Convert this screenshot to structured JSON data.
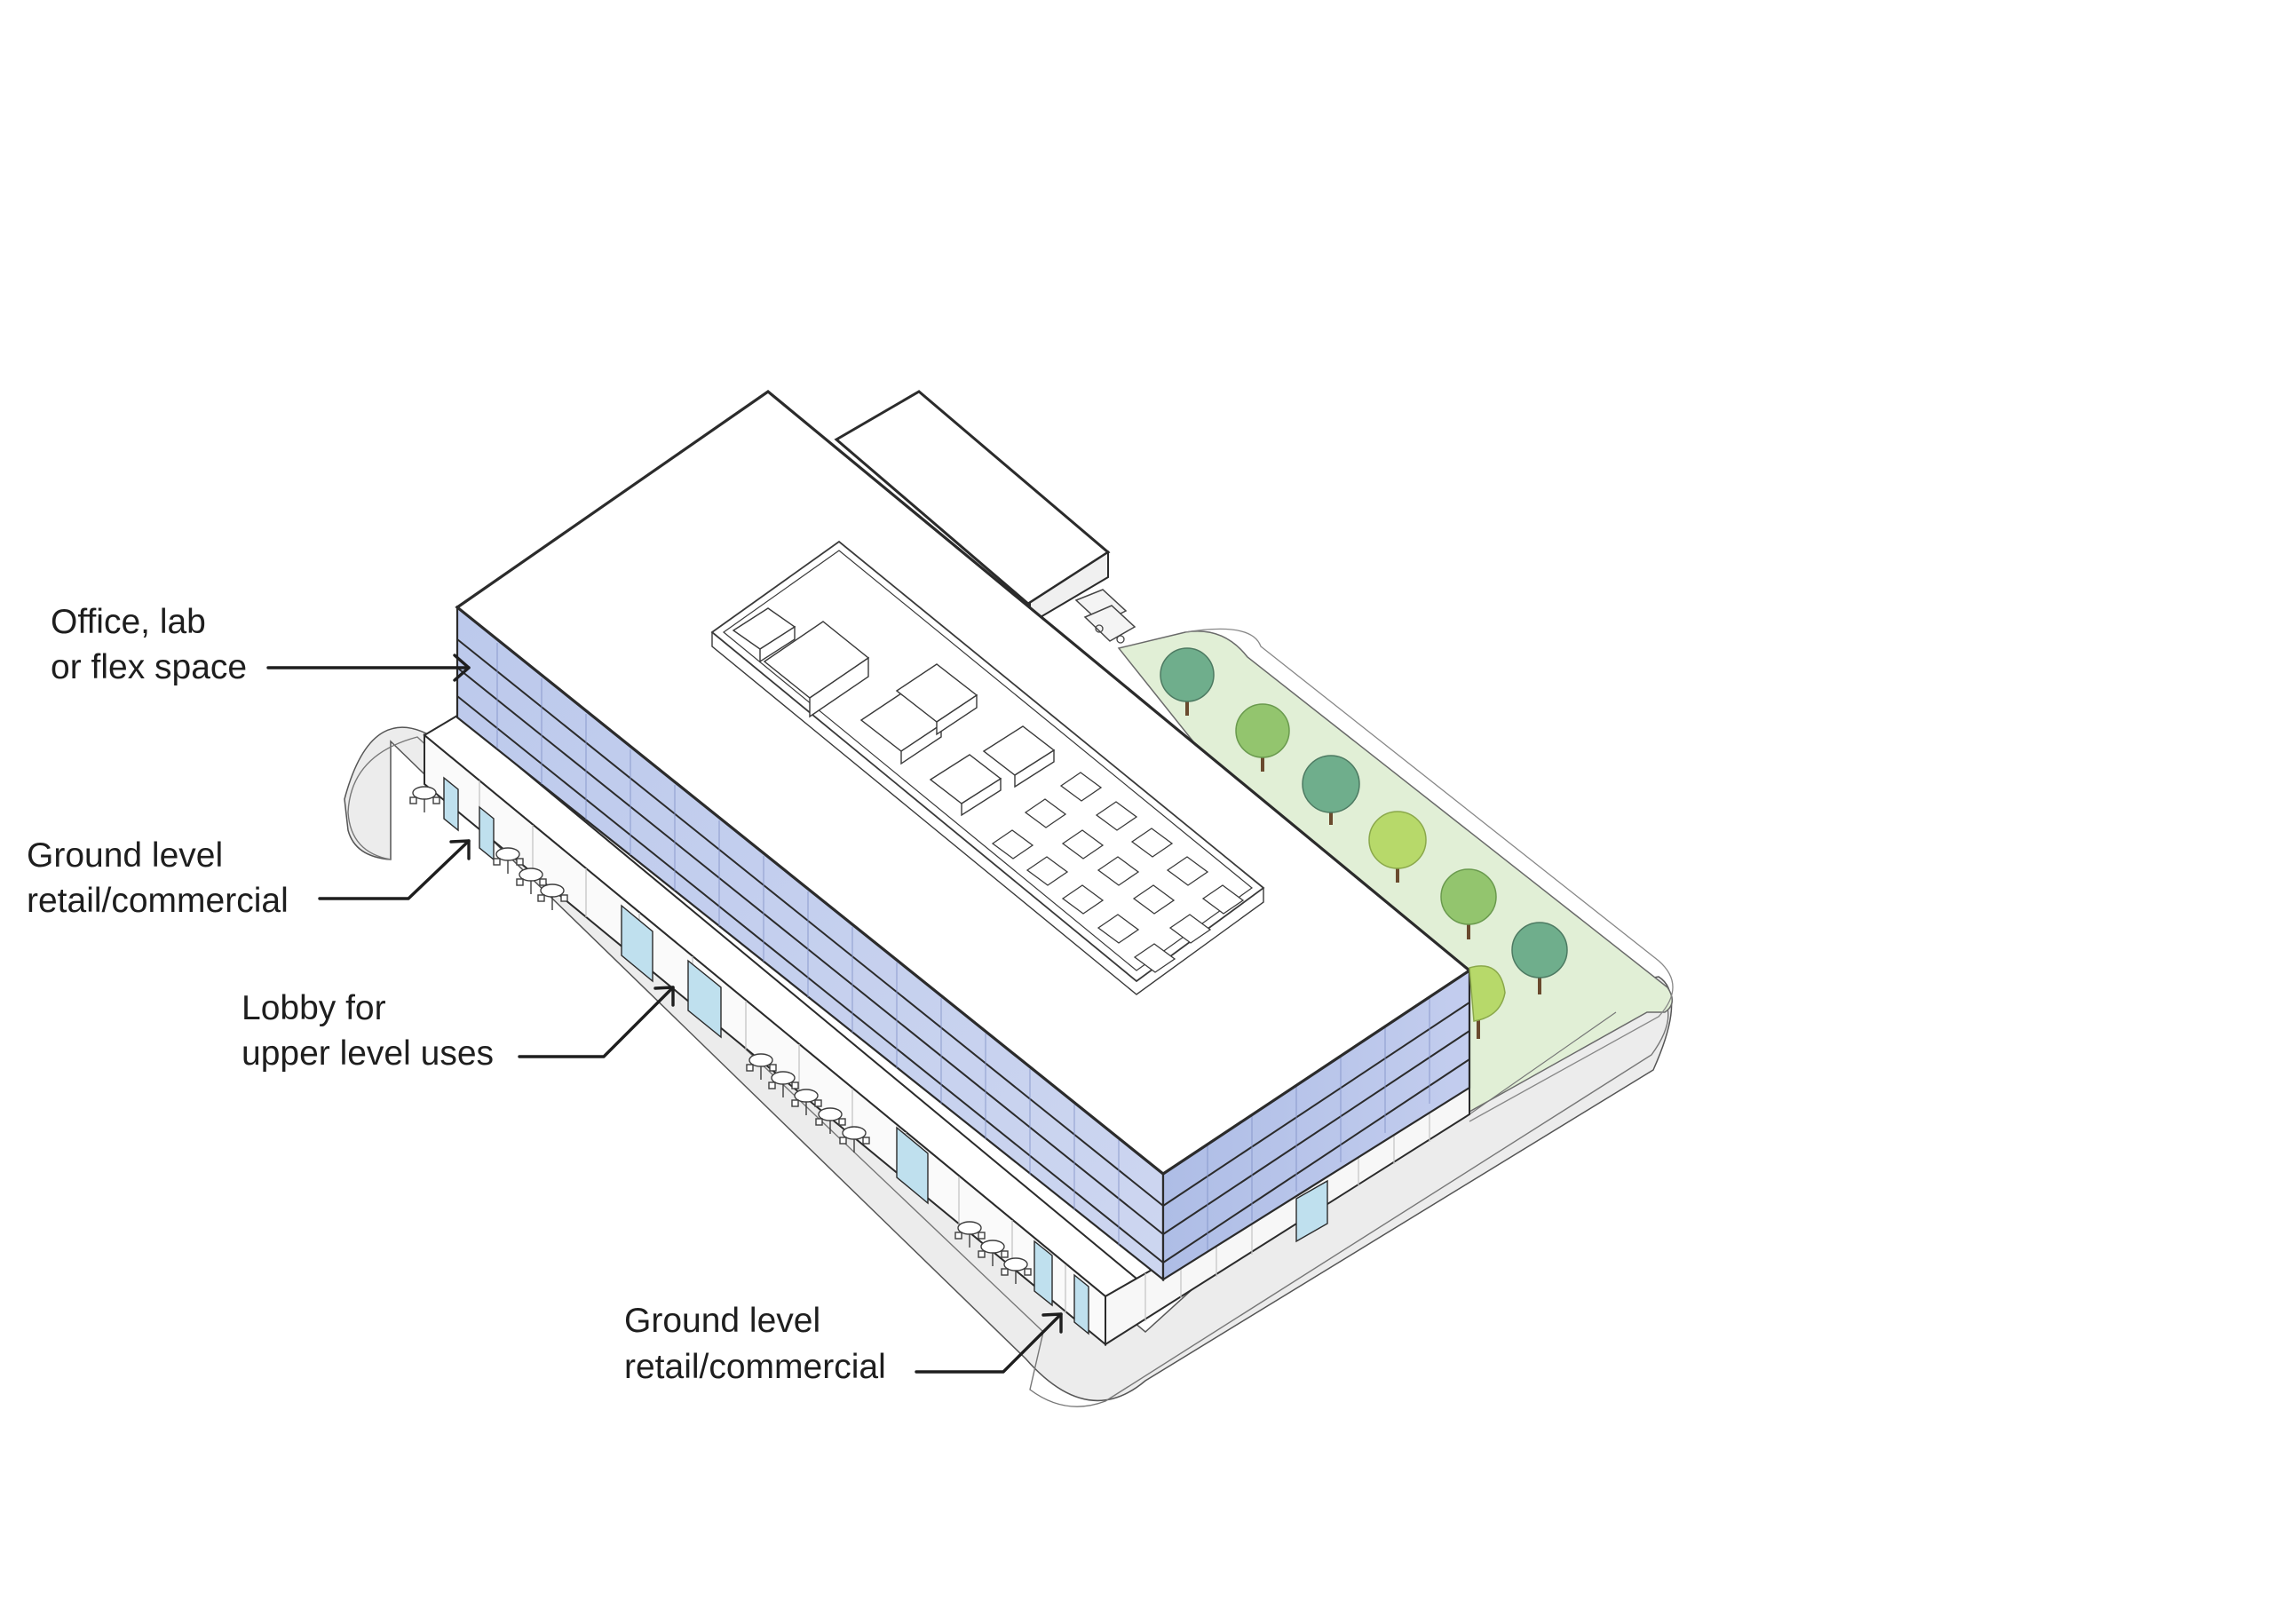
{
  "labels": {
    "office": {
      "line1": "Office, lab",
      "line2": "or flex space"
    },
    "ground_west": {
      "line1": "Ground level",
      "line2": "retail/commercial"
    },
    "lobby": {
      "line1": "Lobby for",
      "line2": "upper level uses"
    },
    "ground_south": {
      "line1": "Ground level",
      "line2": "retail/commercial"
    }
  },
  "colors": {
    "glass": "#c9d3ee",
    "glass_dark": "#b3c0e6",
    "plaza": "#ececec",
    "lawn": "#e1efd6",
    "tree_dark": "#6fae8c",
    "tree_mid": "#93c56e",
    "tree_light": "#b7d96a",
    "trunk": "#6a4a2e",
    "line": "#2b2b2b",
    "roof": "#ffffff"
  },
  "icons": {
    "arrow": "arrow-head-icon",
    "tree": "tree-icon",
    "table": "cafe-table-icon"
  }
}
